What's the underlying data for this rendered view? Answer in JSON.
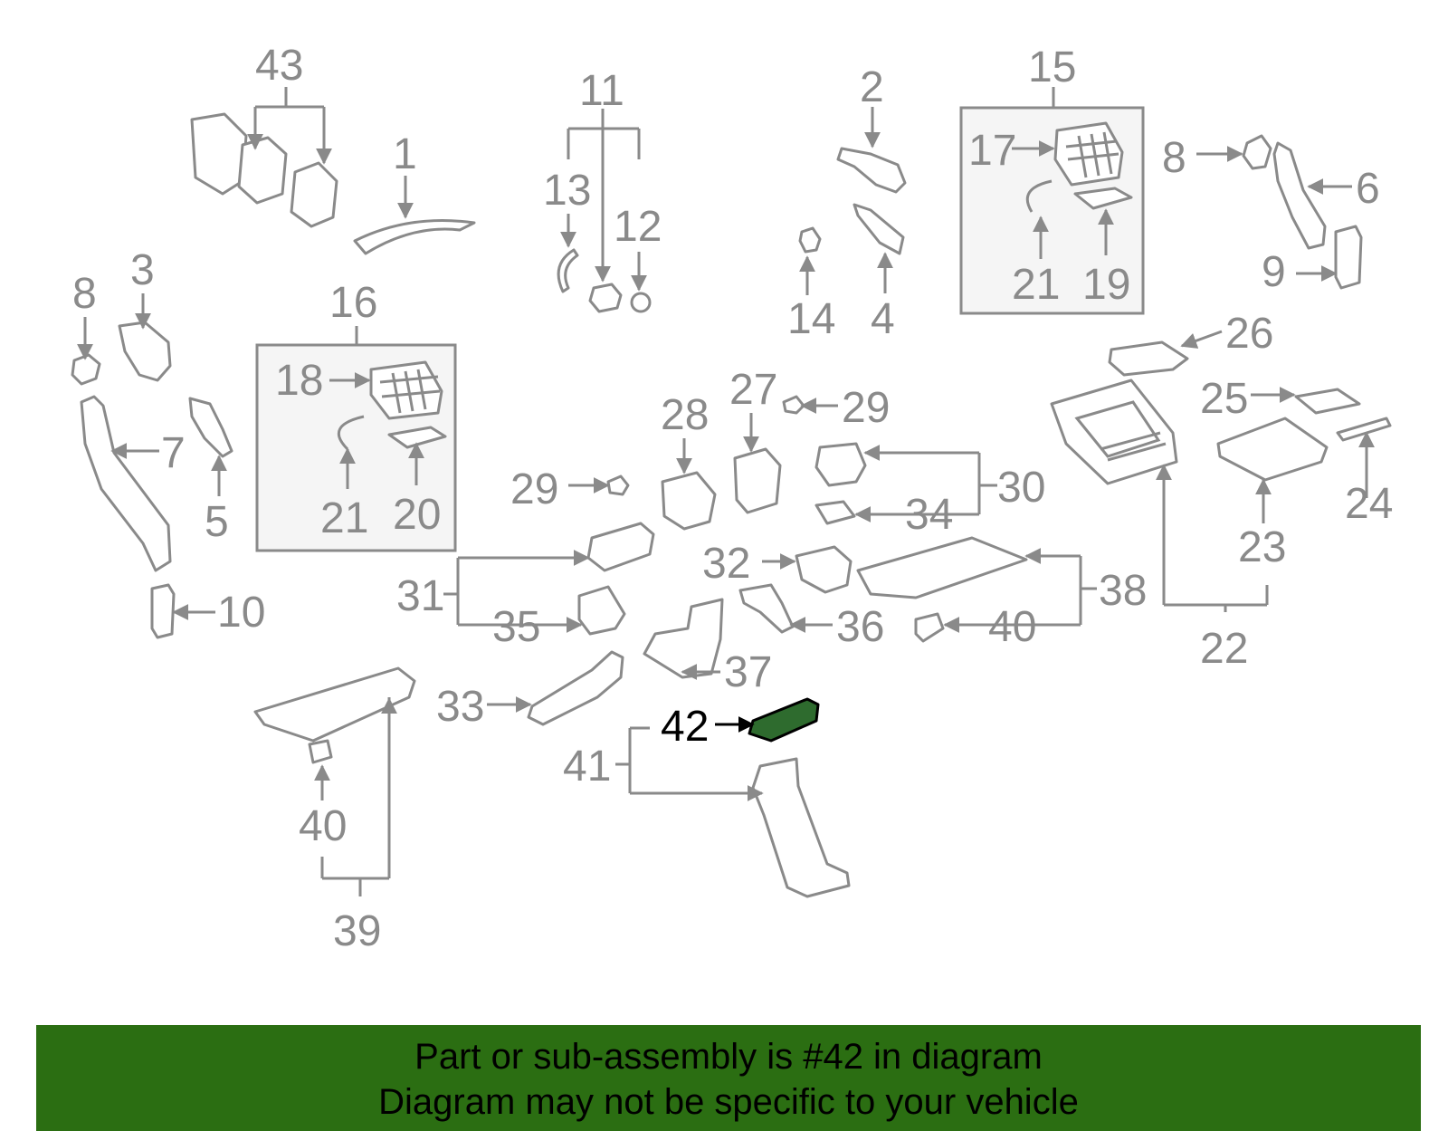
{
  "diagram": {
    "highlighted_part": "42",
    "labels": [
      "1",
      "2",
      "3",
      "4",
      "5",
      "6",
      "7",
      "8",
      "9",
      "10",
      "11",
      "12",
      "13",
      "14",
      "15",
      "16",
      "17",
      "18",
      "19",
      "20",
      "21",
      "22",
      "23",
      "24",
      "25",
      "26",
      "27",
      "28",
      "29",
      "30",
      "31",
      "32",
      "33",
      "34",
      "35",
      "36",
      "37",
      "38",
      "39",
      "40",
      "41",
      "42",
      "43"
    ],
    "colors": {
      "part_line": "#8a8a8a",
      "highlight_fill": "#2e6b2e",
      "highlight_line": "#000000",
      "banner": "#2b6e12"
    }
  },
  "banner": {
    "line1": "Part or sub-assembly is #42 in diagram",
    "line2": "Diagram may not be specific to your vehicle"
  }
}
